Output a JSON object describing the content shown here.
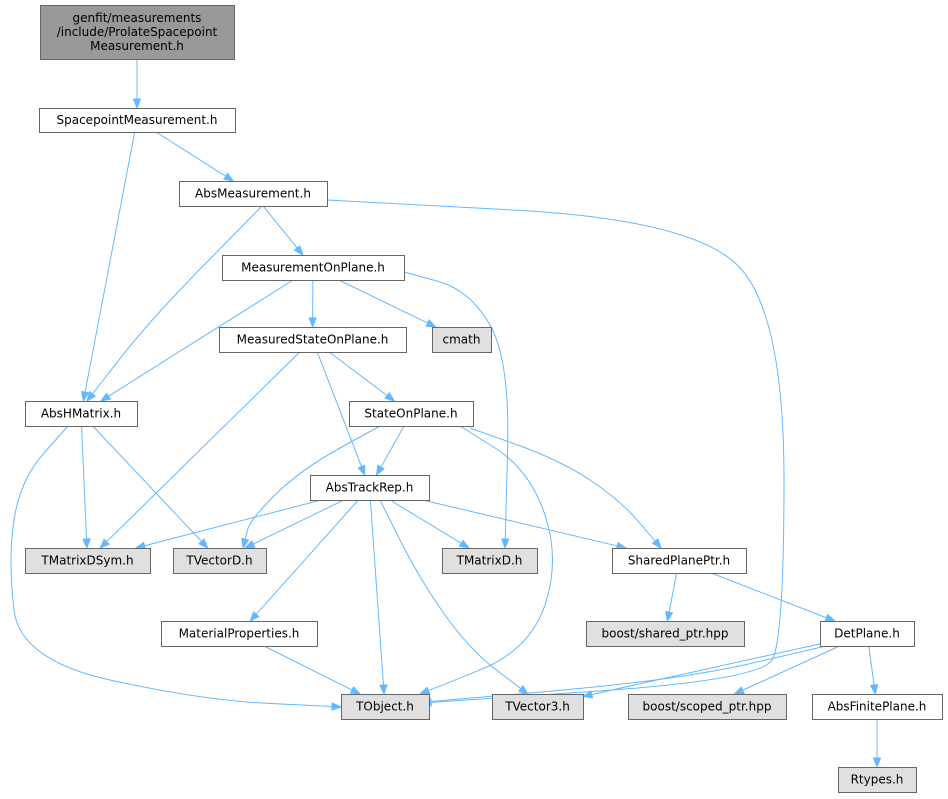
{
  "colors": {
    "edge": "#63b8ff",
    "node_border": "#666666",
    "node_fill_default": "#ffffff",
    "node_fill_external": "#e0e0e0",
    "node_fill_root": "#999999",
    "text": "#000000"
  },
  "nodes": {
    "root": {
      "lines": [
        "genfit/measurements",
        "/include/ProlateSpacepoint",
        "Measurement.h"
      ],
      "kind": "root",
      "interactable": false
    },
    "spacepoint": {
      "lines": [
        "SpacepointMeasurement.h"
      ],
      "kind": "default",
      "interactable": true
    },
    "absmeas": {
      "lines": [
        "AbsMeasurement.h"
      ],
      "kind": "default",
      "interactable": true
    },
    "measonplane": {
      "lines": [
        "MeasurementOnPlane.h"
      ],
      "kind": "default",
      "interactable": true
    },
    "measstate": {
      "lines": [
        "MeasuredStateOnPlane.h"
      ],
      "kind": "default",
      "interactable": true
    },
    "cmath": {
      "lines": [
        "cmath"
      ],
      "kind": "external",
      "interactable": false
    },
    "abshmatrix": {
      "lines": [
        "AbsHMatrix.h"
      ],
      "kind": "default",
      "interactable": true
    },
    "stateonplane": {
      "lines": [
        "StateOnPlane.h"
      ],
      "kind": "default",
      "interactable": true
    },
    "abstrackrep": {
      "lines": [
        "AbsTrackRep.h"
      ],
      "kind": "default",
      "interactable": true
    },
    "tmatrixdsym": {
      "lines": [
        "TMatrixDSym.h"
      ],
      "kind": "external",
      "interactable": false
    },
    "tvectord": {
      "lines": [
        "TVectorD.h"
      ],
      "kind": "external",
      "interactable": false
    },
    "tmatrixd": {
      "lines": [
        "TMatrixD.h"
      ],
      "kind": "external",
      "interactable": false
    },
    "sharedplane": {
      "lines": [
        "SharedPlanePtr.h"
      ],
      "kind": "default",
      "interactable": true
    },
    "boostshared": {
      "lines": [
        "boost/shared_ptr.hpp"
      ],
      "kind": "external",
      "interactable": false
    },
    "materialprops": {
      "lines": [
        "MaterialProperties.h"
      ],
      "kind": "default",
      "interactable": true
    },
    "detplane": {
      "lines": [
        "DetPlane.h"
      ],
      "kind": "default",
      "interactable": true
    },
    "tobject": {
      "lines": [
        "TObject.h"
      ],
      "kind": "external",
      "interactable": false
    },
    "tvector3": {
      "lines": [
        "TVector3.h"
      ],
      "kind": "external",
      "interactable": false
    },
    "boostscoped": {
      "lines": [
        "boost/scoped_ptr.hpp"
      ],
      "kind": "external",
      "interactable": false
    },
    "absfiniteplane": {
      "lines": [
        "AbsFinitePlane.h"
      ],
      "kind": "default",
      "interactable": true
    },
    "rtypes": {
      "lines": [
        "Rtypes.h"
      ],
      "kind": "external",
      "interactable": false
    }
  },
  "edges": [
    [
      "root",
      "spacepoint"
    ],
    [
      "spacepoint",
      "absmeas"
    ],
    [
      "spacepoint",
      "abshmatrix"
    ],
    [
      "absmeas",
      "measonplane"
    ],
    [
      "absmeas",
      "abshmatrix"
    ],
    [
      "absmeas",
      "tobject"
    ],
    [
      "measonplane",
      "measstate"
    ],
    [
      "measonplane",
      "cmath"
    ],
    [
      "measonplane",
      "abshmatrix"
    ],
    [
      "measonplane",
      "tmatrixd"
    ],
    [
      "measstate",
      "stateonplane"
    ],
    [
      "measstate",
      "abstrackrep"
    ],
    [
      "measstate",
      "tmatrixdsym"
    ],
    [
      "abshmatrix",
      "tmatrixdsym"
    ],
    [
      "abshmatrix",
      "tvectord"
    ],
    [
      "abshmatrix",
      "tobject"
    ],
    [
      "stateonplane",
      "abstrackrep"
    ],
    [
      "stateonplane",
      "tvectord"
    ],
    [
      "stateonplane",
      "sharedplane"
    ],
    [
      "stateonplane",
      "tobject"
    ],
    [
      "abstrackrep",
      "tmatrixdsym"
    ],
    [
      "abstrackrep",
      "tvectord"
    ],
    [
      "abstrackrep",
      "tmatrixd"
    ],
    [
      "abstrackrep",
      "sharedplane"
    ],
    [
      "abstrackrep",
      "materialprops"
    ],
    [
      "abstrackrep",
      "tobject"
    ],
    [
      "abstrackrep",
      "tvector3"
    ],
    [
      "sharedplane",
      "boostshared"
    ],
    [
      "sharedplane",
      "detplane"
    ],
    [
      "materialprops",
      "tobject"
    ],
    [
      "detplane",
      "tobject"
    ],
    [
      "detplane",
      "tvector3"
    ],
    [
      "detplane",
      "boostscoped"
    ],
    [
      "detplane",
      "absfiniteplane"
    ],
    [
      "absfiniteplane",
      "rtypes"
    ]
  ]
}
